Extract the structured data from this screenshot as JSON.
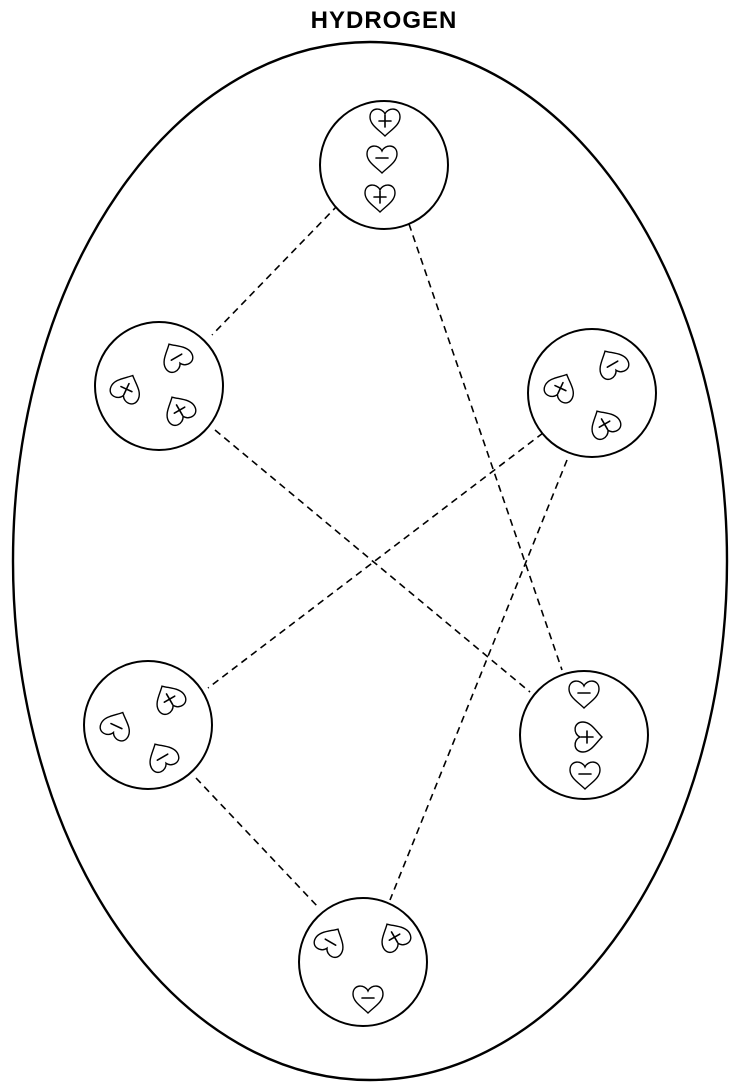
{
  "title": "HYDROGEN",
  "atoms": [
    {
      "id": "top",
      "charges": [
        "+",
        "−",
        "+"
      ]
    },
    {
      "id": "upper-left",
      "charges": [
        "−",
        "+",
        "+"
      ]
    },
    {
      "id": "upper-right",
      "charges": [
        "−",
        "+",
        "+"
      ]
    },
    {
      "id": "lower-left",
      "charges": [
        "+",
        "−",
        "−"
      ]
    },
    {
      "id": "lower-right",
      "charges": [
        "−",
        "+",
        "−"
      ]
    },
    {
      "id": "bottom",
      "charges": [
        "−",
        "+",
        "−"
      ]
    }
  ],
  "links": [
    [
      "top",
      "upper-left"
    ],
    [
      "top",
      "lower-right"
    ],
    [
      "upper-left",
      "lower-right"
    ],
    [
      "upper-right",
      "lower-left"
    ],
    [
      "upper-right",
      "bottom"
    ],
    [
      "lower-left",
      "bottom"
    ]
  ]
}
